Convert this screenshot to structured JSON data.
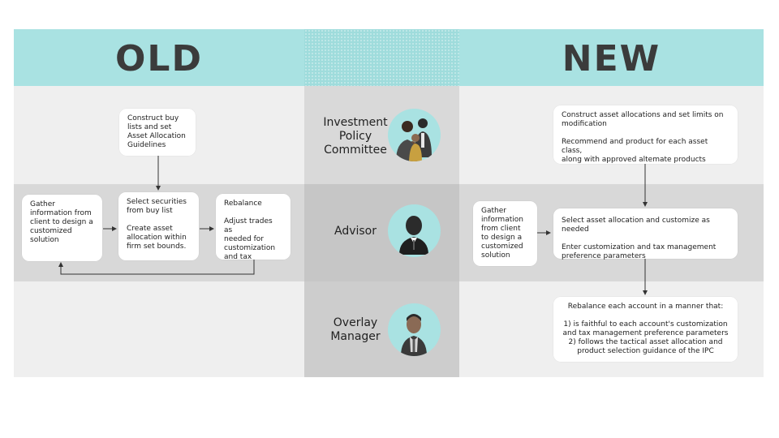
{
  "headers": {
    "old": "OLD",
    "new": "NEW"
  },
  "roles": {
    "ipc": "Investment\nPolicy\nCommittee",
    "advisor": "Advisor",
    "overlay": "Overlay\nManager"
  },
  "old": {
    "construct": "Construct buy\nlists and set\nAsset Allocation\nGuidelines",
    "gather": "Gather\ninformation from\nclient to design a\ncustomized\nsolution",
    "select": "Select securities\nfrom buy list\n\nCreate asset\nallocation within\nfirm set bounds.",
    "rebalance": "Rebalance\n\nAdjust trades as\nneeded for\ncustomization\nand tax"
  },
  "new": {
    "construct": "Construct asset allocations and set limits on\nmodification\n\nRecommend and product for each asset class,\nalong with approved altemate products",
    "gather": "Gather\ninformation\nfrom client\nto design a\ncustomized\nsolution",
    "select": "Select asset allocation and customize as needed\n\nEnter customization and tax management\npreference parameters",
    "rebalance_title": "Rebalance each account in a manner that:",
    "rebalance_points": "1) is faithful to each account's customization\nand tax management preference parameters\n2) follows the tactical asset allocation and\nproduct selection guidance of the IPC"
  },
  "colors": {
    "header": "#a9e2e2",
    "avatar_bg": "#a9e2e2",
    "avatar_figure": "#2b2b2b"
  },
  "icons": [
    "team-icon",
    "advisor-person-icon",
    "manager-person-icon"
  ]
}
